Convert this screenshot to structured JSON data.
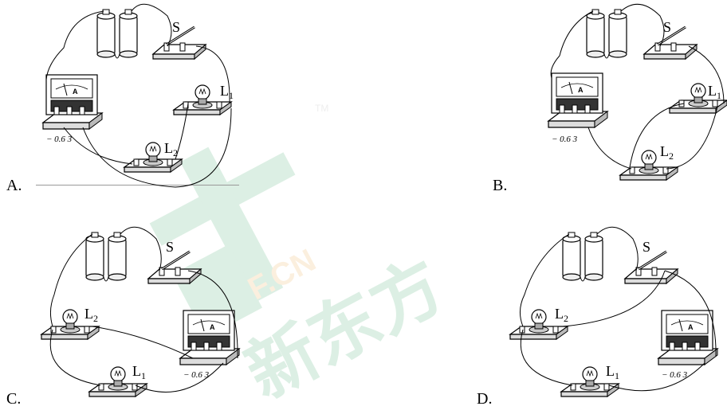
{
  "options": [
    {
      "letter": "A.",
      "lamp_top": "L",
      "lamp_top_sub": "1",
      "lamp_bottom": "L",
      "lamp_bottom_sub": "2"
    },
    {
      "letter": "B.",
      "lamp_top": "L",
      "lamp_top_sub": "1",
      "lamp_bottom": "L",
      "lamp_bottom_sub": "2"
    },
    {
      "letter": "C.",
      "lamp_top": "L",
      "lamp_top_sub": "2",
      "lamp_bottom": "L",
      "lamp_bottom_sub": "1"
    },
    {
      "letter": "D.",
      "lamp_top": "L",
      "lamp_top_sub": "2",
      "lamp_bottom": "L",
      "lamp_bottom_sub": "1"
    }
  ],
  "switch_label": "S",
  "ammeter_symbol": "A",
  "ammeter_scale": "− 0.6 3",
  "watermark": {
    "latin": "F.CN",
    "chinese": "新东方",
    "tm": "TM",
    "color": "#2e9e5b",
    "accent": "#e8a23a"
  }
}
